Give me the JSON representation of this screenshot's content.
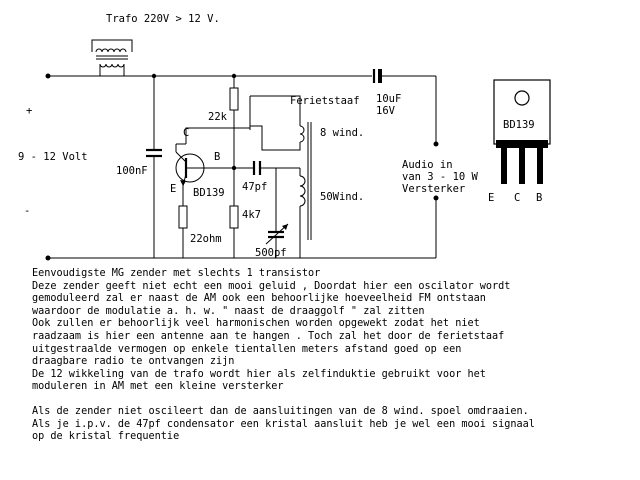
{
  "labels": {
    "trafo": "Trafo 220V > 12 V.",
    "plus": "+",
    "minus": "-",
    "supply": "9 - 12 Volt",
    "c100n": "100nF",
    "r22k": "22k",
    "collector": "C",
    "base": "B",
    "emitter": "E",
    "transistor": "BD139",
    "c47p": "47pf",
    "r4k7": "4k7",
    "r22ohm": "22ohm",
    "c500p": "500pf",
    "ferriet": "Ferietstaaf",
    "wind8": "8 wind.",
    "wind50": "50Wind.",
    "c10u": "10uF",
    "v16": "16V",
    "audio_in": "Audio in",
    "van": "van 3 - 10 W",
    "versterker": "Versterker",
    "pkg_label": "BD139",
    "pin_e": "E",
    "pin_c": "C",
    "pin_b": "B"
  },
  "description": {
    "lines": [
      "Eenvoudigste MG zender met slechts 1 transistor",
      "Deze zender geeft niet echt een mooi geluid , Doordat hier een oscilator wordt",
      "gemoduleerd zal er naast de AM ook een behoorlijke hoeveelheid FM ontstaan",
      "waardoor de modulatie a. h. w. \" naast de draaggolf \" zal zitten",
      "Ook zullen er behoorlijk veel harmonischen worden opgewekt zodat het niet",
      "raadzaam is hier een antenne aan te hangen . Toch zal het door de ferietstaaf",
      "uitgestraalde vermogen op enkele tientallen meters afstand goed op een",
      "draagbare radio te ontvangen zijn",
      "De 12 wikkeling van de trafo wordt hier als zelfinduktie gebruikt voor het",
      "moduleren in AM met een kleine versterker"
    ],
    "notes": [
      "Als de zender niet oscileert dan de aansluitingen van de 8 wind. spoel omdraaien.",
      "Als je i.p.v. de 47pf condensator een kristal aansluit heb je wel een mooi signaal",
      "op de kristal frequentie"
    ]
  }
}
